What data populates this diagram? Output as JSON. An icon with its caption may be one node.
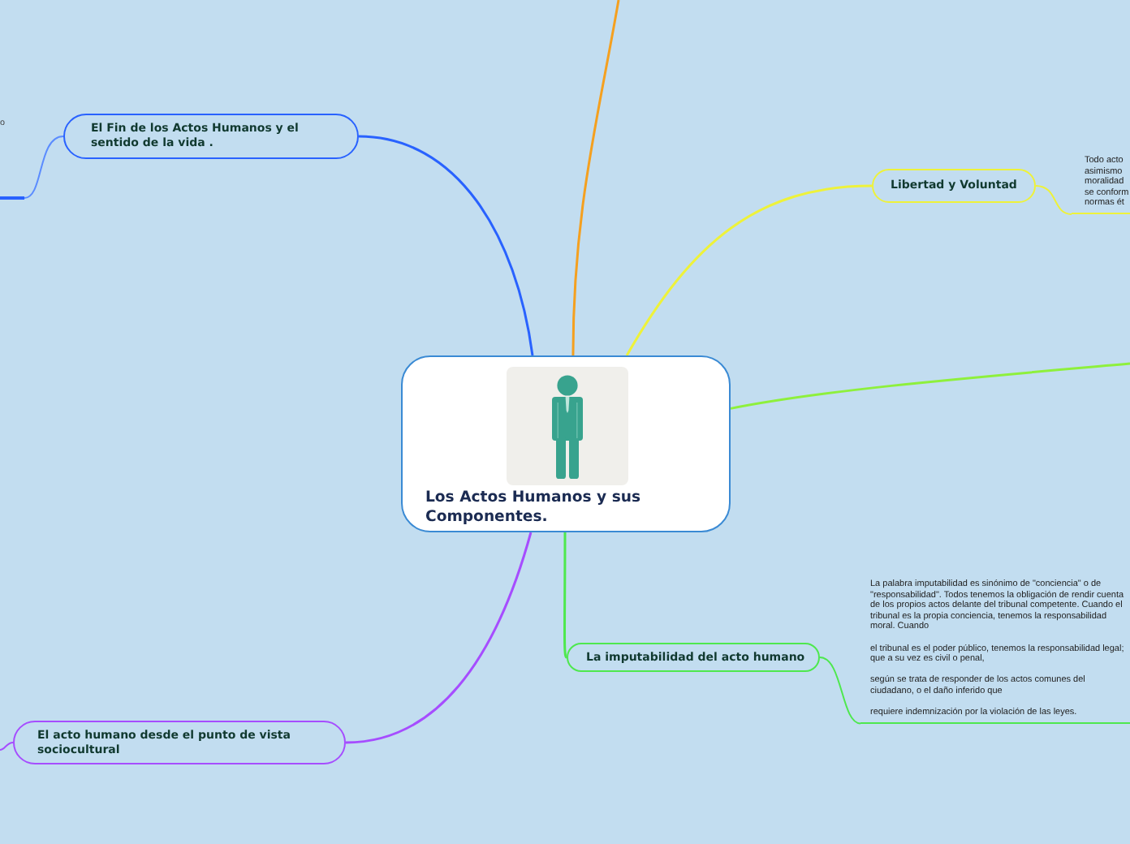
{
  "diagram": {
    "nodes": [
      {
        "text": [
          "Los Actos Humanos y sus Componentes."
        ]
      },
      {
        "text": [
          "El Fin de los Actos Humanos y el sentido de la vida ."
        ]
      },
      {
        "text": [],
        "shape": "bar"
      },
      {
        "text": [
          "Libertad y Voluntad"
        ]
      },
      {
        "text": [
          "Todo acto asimismo moralidad se conform normas ét"
        ]
      },
      {
        "text": [
          "La imputabilidad del acto humano"
        ]
      },
      {
        "text": [
          "La palabra imputabilidad es sinónimo de \"conciencia\" o de \"responsabilidad\". Todos tenemos la obligación de rendir cuenta de los propios actos delante del tribunal competente. Cuando el tribunal es la propia conciencia, tenemos la responsabilidad moral. Cuando",
          "el tribunal es el poder público, tenemos la responsabilidad legal; que a su vez es civil o penal,",
          "según se trata de responder de los actos comunes del ciudadano, o el daño inferido que",
          "requiere indemnización por la violación de las leyes."
        ]
      },
      {
        "text": [
          "El acto humano desde el punto de vista sociocultural"
        ]
      }
    ],
    "edges": [
      {
        "from": 0,
        "to": 1,
        "arrow": "none",
        "color": "#2962ff"
      },
      {
        "from": 1,
        "to": 2,
        "arrow": "none",
        "color": "#5b8cff"
      },
      {
        "from": 0,
        "to": null,
        "arrow": "none",
        "color": "#f5a01f"
      },
      {
        "from": 0,
        "to": 3,
        "arrow": "none",
        "color": "#eef23a"
      },
      {
        "from": 3,
        "to": 4,
        "arrow": "none",
        "color": "#eef23a"
      },
      {
        "from": 0,
        "to": null,
        "arrow": "none",
        "color": "#8ef03c"
      },
      {
        "from": 0,
        "to": 5,
        "arrow": "none",
        "color": "#4ee84e"
      },
      {
        "from": 5,
        "to": 6,
        "arrow": "none",
        "color": "#4ee84e"
      },
      {
        "from": 0,
        "to": 7,
        "arrow": "none",
        "color": "#a64dff"
      },
      {
        "from": 7,
        "to": null,
        "arrow": "none",
        "color": "#a64dff"
      }
    ],
    "labels": [
      "o"
    ]
  }
}
